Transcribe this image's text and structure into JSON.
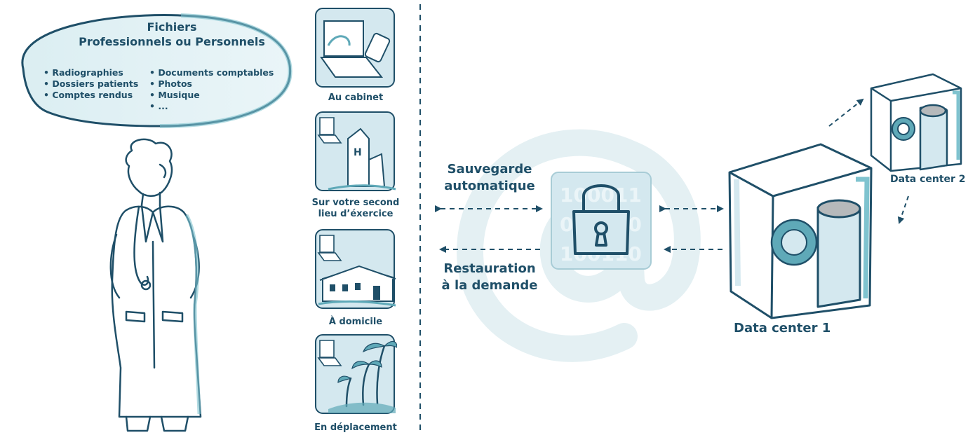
{
  "bubble": {
    "title_line1": "Fichiers",
    "title_line2": "Professionnels ou Personnels",
    "list_left": [
      "• Radiographies",
      "• Dossiers patients",
      "• Comptes rendus"
    ],
    "list_right": [
      "• Documents comptables",
      "• Photos",
      "• Musique",
      "• ..."
    ]
  },
  "locations": [
    {
      "label": "Au cabinet",
      "icon": "laptop-stethoscope-icon"
    },
    {
      "label_line1": "Sur votre second",
      "label_line2": "lieu d’éxercice",
      "icon": "laptop-hospital-icon"
    },
    {
      "label": "À domicile",
      "icon": "laptop-house-icon"
    },
    {
      "label": "En déplacement",
      "icon": "laptop-palm-trees-icon"
    }
  ],
  "flows": {
    "backup_line1": "Sauvegarde",
    "backup_line2": "automatique",
    "restore_line1": "Restauration",
    "restore_line2": "à la demande"
  },
  "lock": {
    "binary": [
      "100011",
      "010110",
      "100110"
    ]
  },
  "datacenters": {
    "dc1": "Data center 1",
    "dc2": "Data center 2"
  },
  "colors": {
    "primary": "#1f4f68",
    "accent": "#7fc3cf",
    "light": "#d9ecf1"
  }
}
